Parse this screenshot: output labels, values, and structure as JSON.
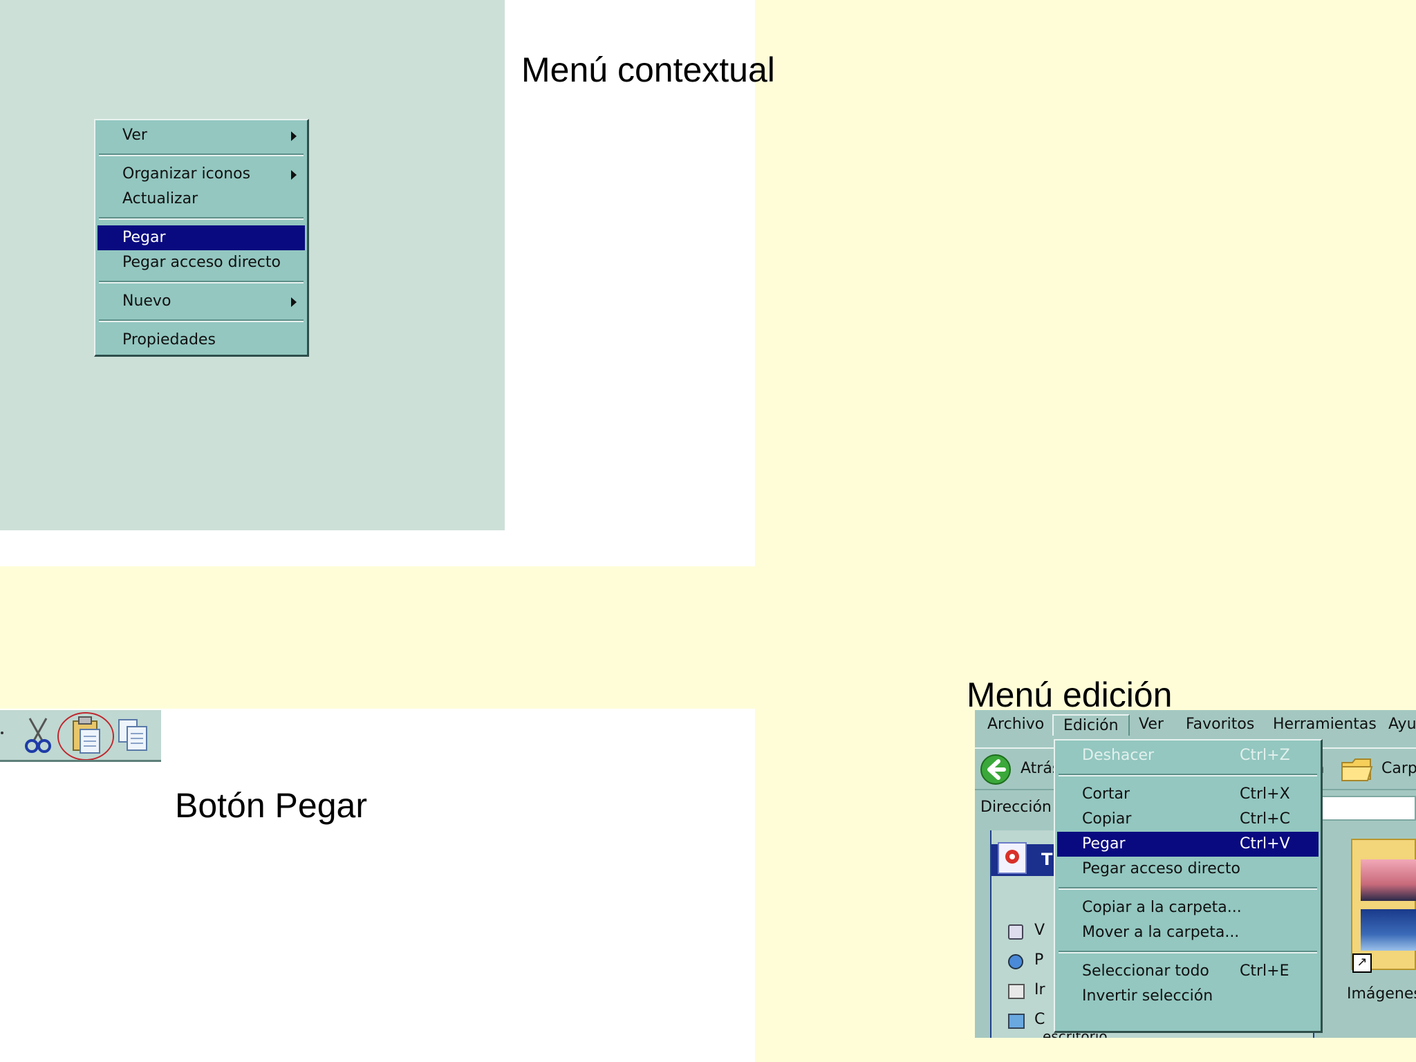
{
  "captions": {
    "context_menu": "Menú contextual",
    "paste_button": "Botón Pegar",
    "edit_menu": "Menú edición"
  },
  "context_menu": {
    "items": [
      {
        "label": "Ver",
        "submenu": true
      },
      {
        "label": "Organizar iconos",
        "submenu": true
      },
      {
        "label": "Actualizar"
      },
      {
        "label": "Pegar",
        "selected": true
      },
      {
        "label": "Pegar acceso directo"
      },
      {
        "label": "Nuevo",
        "submenu": true
      },
      {
        "label": "Propiedades"
      }
    ]
  },
  "toolbar": {
    "icons": [
      "scissors-icon",
      "clipboard-paste-icon",
      "copy-icon"
    ],
    "highlight_color": "#c0262e"
  },
  "edit_window": {
    "menubar": [
      "Archivo",
      "Edición",
      "Ver",
      "Favoritos",
      "Herramientas",
      "Ayuda"
    ],
    "back_label": "Atrás",
    "folders_label": "Carpetas",
    "address_label": "Dirección",
    "partial_a": "a",
    "partial_s": "s",
    "pane_letters": [
      "T",
      "V",
      "P",
      "Ir",
      "C"
    ],
    "pane_item_tail": "escritorio",
    "folder_caption": "Imágenes",
    "menu_items": [
      {
        "label": "Deshacer",
        "shortcut": "Ctrl+Z",
        "disabled": true
      },
      {
        "label": "Cortar",
        "shortcut": "Ctrl+X"
      },
      {
        "label": "Copiar",
        "shortcut": "Ctrl+C"
      },
      {
        "label": "Pegar",
        "shortcut": "Ctrl+V",
        "selected": true
      },
      {
        "label": "Pegar acceso directo",
        "shortcut": ""
      },
      {
        "label": "Copiar a la carpeta...",
        "shortcut": ""
      },
      {
        "label": "Mover a la carpeta...",
        "shortcut": ""
      },
      {
        "label": "Seleccionar todo",
        "shortcut": "Ctrl+E"
      },
      {
        "label": "Invertir selección",
        "shortcut": ""
      }
    ]
  },
  "colors": {
    "slide_background": "#fefdd8",
    "menu_background": "#93c7c0",
    "selection": "#0a0a80"
  }
}
